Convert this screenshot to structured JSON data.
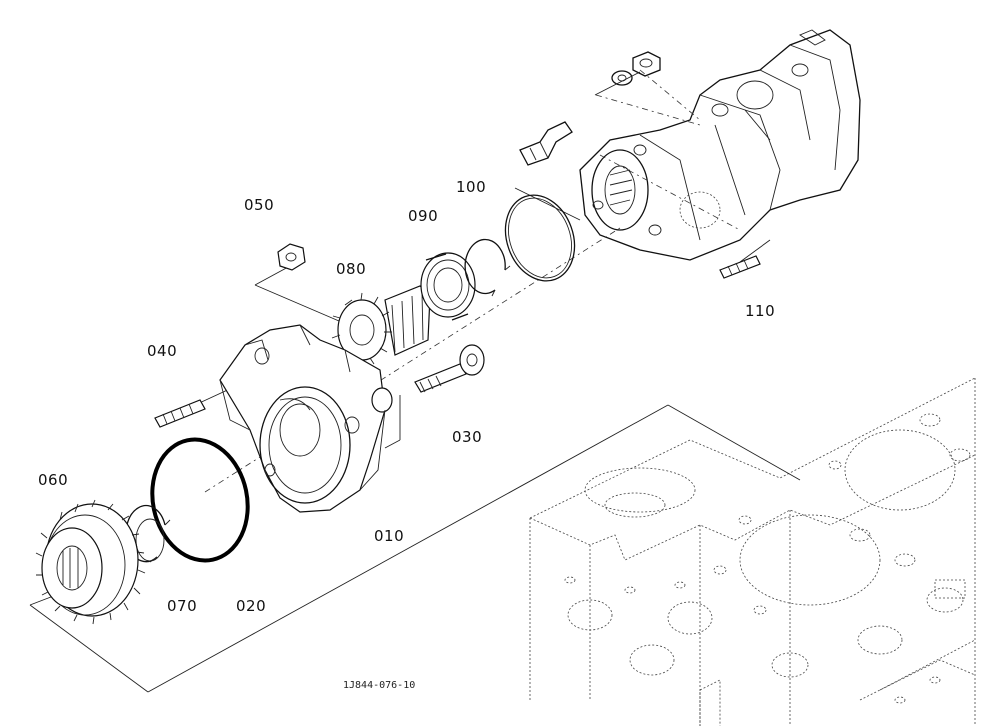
{
  "parts": {
    "p010": "010",
    "p020": "020",
    "p030": "030",
    "p040": "040",
    "p050": "050",
    "p060": "060",
    "p070": "070",
    "p080": "080",
    "p090": "090",
    "p100": "100",
    "p110": "110"
  },
  "drawing_code": "1J844-076-10"
}
